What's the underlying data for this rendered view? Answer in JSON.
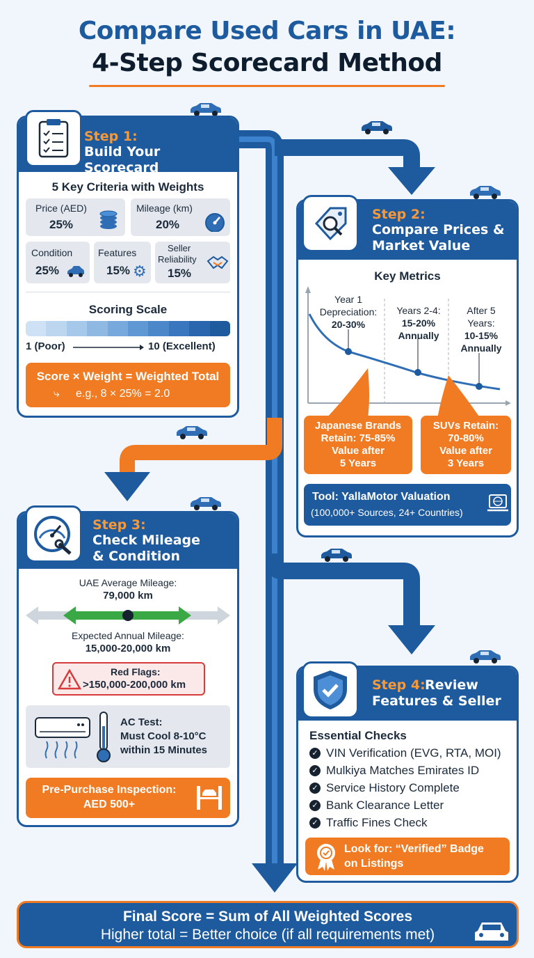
{
  "title": {
    "line1": "Compare Used Cars in UAE:",
    "line2": "4-Step Scorecard Method"
  },
  "step1": {
    "step": "Step 1:",
    "title": "Build Your Scorecard",
    "criteria_heading": "5 Key Criteria with Weights",
    "criteria": [
      {
        "label": "Price (AED)",
        "weight": "25%",
        "icon": "coins-icon"
      },
      {
        "label": "Mileage (km)",
        "weight": "20%",
        "icon": "speedometer-icon"
      },
      {
        "label": "Condition",
        "weight": "25%",
        "icon": "car-icon"
      },
      {
        "label": "Features",
        "weight": "15%",
        "icon": "gear-icon"
      },
      {
        "label_line1": "Seller",
        "label_line2": "Reliability",
        "weight": "15%",
        "icon": "handshake-icon"
      }
    ],
    "scale_heading": "Scoring Scale",
    "scale_min": "1 (Poor)",
    "scale_max": "10 (Excellent)",
    "formula": "Score × Weight = Weighted Total",
    "example": "e.g., 8 × 25% = 2.0"
  },
  "step2": {
    "step": "Step 2:",
    "title_line1": "Compare Prices &",
    "title_line2": "Market Value",
    "metrics_heading": "Key Metrics",
    "metrics": [
      {
        "line1": "Year 1",
        "line2": "Depreciation:",
        "line3": "20-30%"
      },
      {
        "line1": "Years 2-4:",
        "line2": "15-20%",
        "line3": "Annually"
      },
      {
        "line1": "After 5",
        "line2": "Years:",
        "line3": "10-15%",
        "line4": "Annually"
      }
    ],
    "retain_japanese": {
      "l1": "Japanese Brands",
      "l2": "Retain: 75-85%",
      "l3": "Value after",
      "l4": "5 Years"
    },
    "retain_suv": {
      "l1": "SUVs Retain:",
      "l2": "70-80%",
      "l3": "Value after",
      "l4": "3 Years"
    },
    "tool_line1": "Tool: YallaMotor Valuation",
    "tool_line2": "(100,000+ Sources, 24+ Countries)"
  },
  "step3": {
    "step": "Step 3:",
    "title_line1": "Check Mileage",
    "title_line2": "& Condition",
    "avg_label": "UAE Average Mileage:",
    "avg_value": "79,000 km",
    "expected_label": "Expected Annual Mileage:",
    "expected_value": "15,000-20,000 km",
    "red_flags_label": "Red Flags:",
    "red_flags_value": ">150,000-200,000 km",
    "ac_line1": "AC Test:",
    "ac_line2": "Must Cool 8-10°C",
    "ac_line3": "within 15 Minutes",
    "inspection_line1": "Pre-Purchase Inspection:",
    "inspection_line2": "AED 500+"
  },
  "step4": {
    "step": "Step 4:",
    "title_part1": "Review",
    "title_line2": "Features & Seller",
    "checks_heading": "Essential Checks",
    "checks": [
      "VIN Verification (EVG, RTA, MOI)",
      "Mulkiya Matches Emirates ID",
      "Service History Complete",
      "Bank Clearance Letter",
      "Traffic Fines Check"
    ],
    "badge_line1": "Look for: “Verified” Badge",
    "badge_line2": "on Listings"
  },
  "final": {
    "line1": "Final Score = Sum of All Weighted Scores",
    "line2": "Higher total = Better choice (if all requirements met)"
  },
  "colors": {
    "navy": "#1d5a9e",
    "orange": "#f07b22",
    "green": "#3aa845",
    "red": "#d63a3a"
  }
}
